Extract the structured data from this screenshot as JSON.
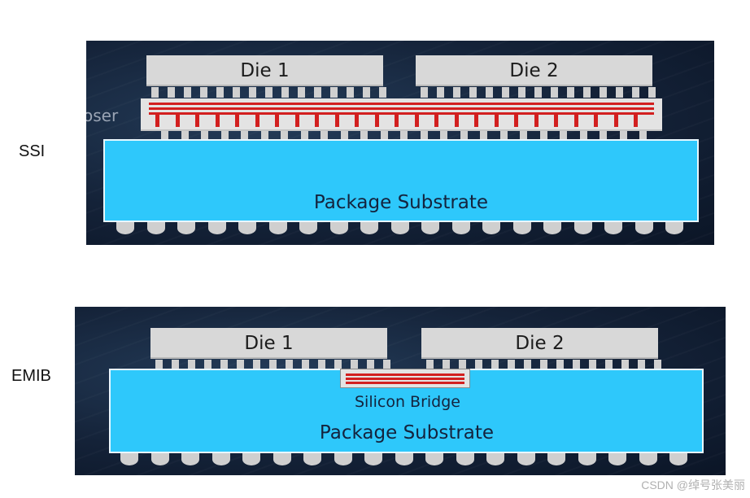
{
  "ssi": {
    "label": "SSI",
    "die1": "Die 1",
    "die2": "Die 2",
    "interposer_text": "oser",
    "substrate": "Package Substrate"
  },
  "emib": {
    "label": "EMIB",
    "die1": "Die 1",
    "die2": "Die 2",
    "bridge": "Silicon Bridge",
    "substrate": "Package Substrate"
  },
  "colors": {
    "substrate": "#2ec8fb",
    "die": "#d8d8d8",
    "wiring": "#d21f1f",
    "panel_bg": "#142238"
  },
  "watermark": "CSDN @绰号张美丽"
}
